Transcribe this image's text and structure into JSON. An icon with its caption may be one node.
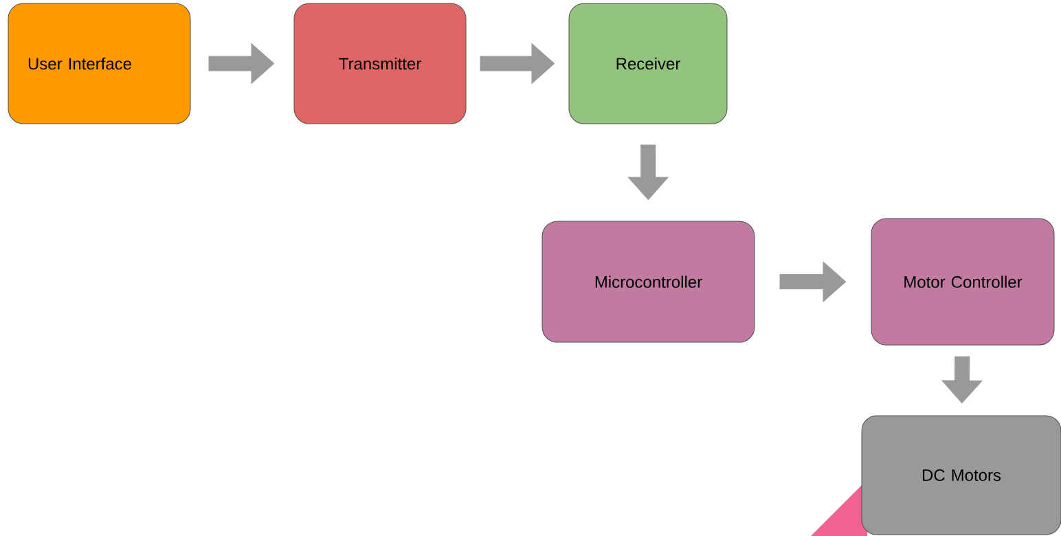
{
  "diagram": {
    "nodes": [
      {
        "text": [
          "User Interface"
        ]
      },
      {
        "text": [
          "Transmitter"
        ]
      },
      {
        "text": [
          "Receiver"
        ]
      },
      {
        "text": [
          "Microcontroller"
        ]
      },
      {
        "text": [
          "Motor Controller"
        ]
      },
      {
        "text": [
          "DC Motors"
        ]
      }
    ],
    "edges": [
      {
        "from": 0,
        "to": 1,
        "arrow": "to"
      },
      {
        "from": 1,
        "to": 2,
        "arrow": "to"
      },
      {
        "from": 2,
        "to": 3,
        "arrow": "to"
      },
      {
        "from": 3,
        "to": 4,
        "arrow": "to"
      },
      {
        "from": 4,
        "to": 5,
        "arrow": "to"
      }
    ]
  }
}
